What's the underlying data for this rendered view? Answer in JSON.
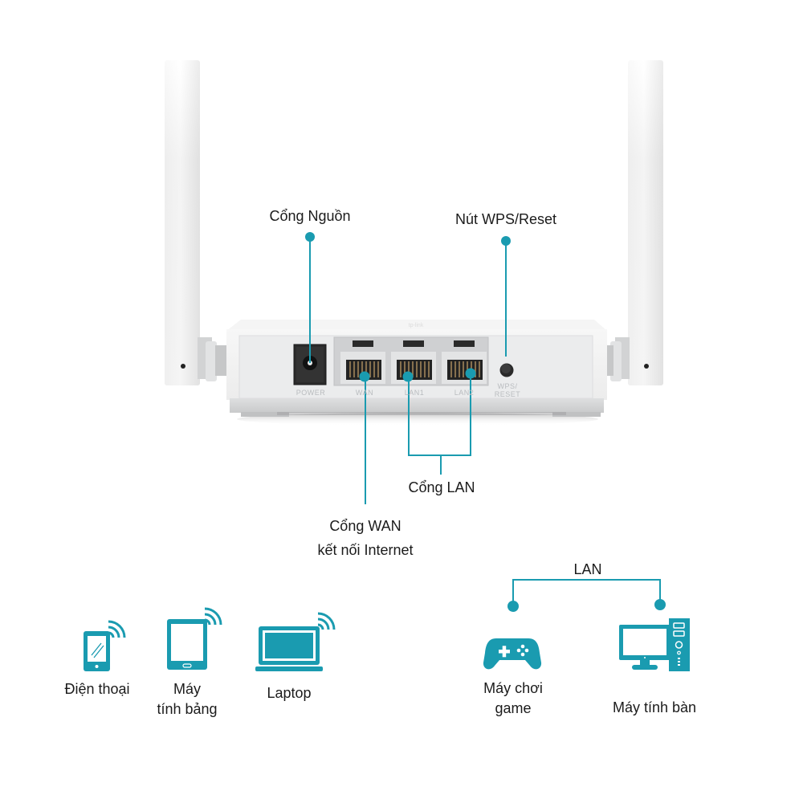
{
  "colors": {
    "accent": "#1a9bb0",
    "router_body": "#f1f2f3",
    "router_panel": "#e9eaeb",
    "port_frame": "#c8cacc",
    "text": "#1b1b1b",
    "port_text": "#b9bcbf"
  },
  "router": {
    "port_labels": {
      "power": "POWER",
      "wan": "WAN",
      "lan1": "LAN1",
      "lan2": "LAN2",
      "wps_line1": "WPS/",
      "wps_line2": "RESET"
    }
  },
  "callouts": {
    "power_port": "Cổng Nguồn",
    "wps_reset": "Nút WPS/Reset",
    "lan_ports": "Cổng LAN",
    "wan_line1": "Cổng WAN",
    "wan_line2": "kết nối Internet"
  },
  "wireless_devices": [
    {
      "icon": "smartphone-icon",
      "label": "Điện thoại"
    },
    {
      "icon": "tablet-icon",
      "label_line1": "Máy",
      "label_line2": "tính bảng"
    },
    {
      "icon": "laptop-icon",
      "label": "Laptop"
    }
  ],
  "wired_devices": {
    "connection_label": "LAN",
    "items": [
      {
        "icon": "gamepad-icon",
        "label_line1": "Máy chơi",
        "label_line2": "game"
      },
      {
        "icon": "desktop-computer-icon",
        "label": "Máy tính bàn"
      }
    ]
  }
}
